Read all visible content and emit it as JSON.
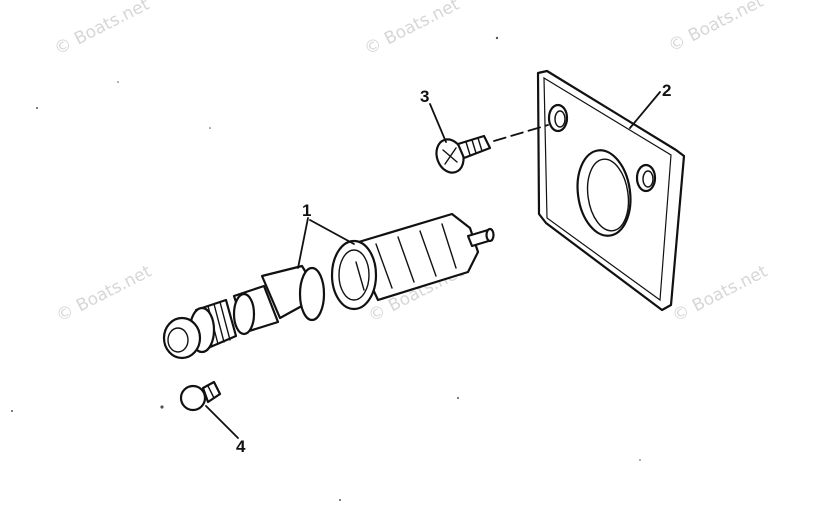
{
  "callouts": {
    "lighter_assembly": "1",
    "mounting_plate": "2",
    "screw": "3",
    "bulb": "4"
  },
  "watermarks": [
    "© Boats.net",
    "© Boats.net",
    "© Boats.net",
    "© Boats.net",
    "© Boats.net",
    "© Boats.net"
  ],
  "colors": {
    "line": "#111111",
    "watermark": "#d6d6d6",
    "background": "#ffffff"
  }
}
